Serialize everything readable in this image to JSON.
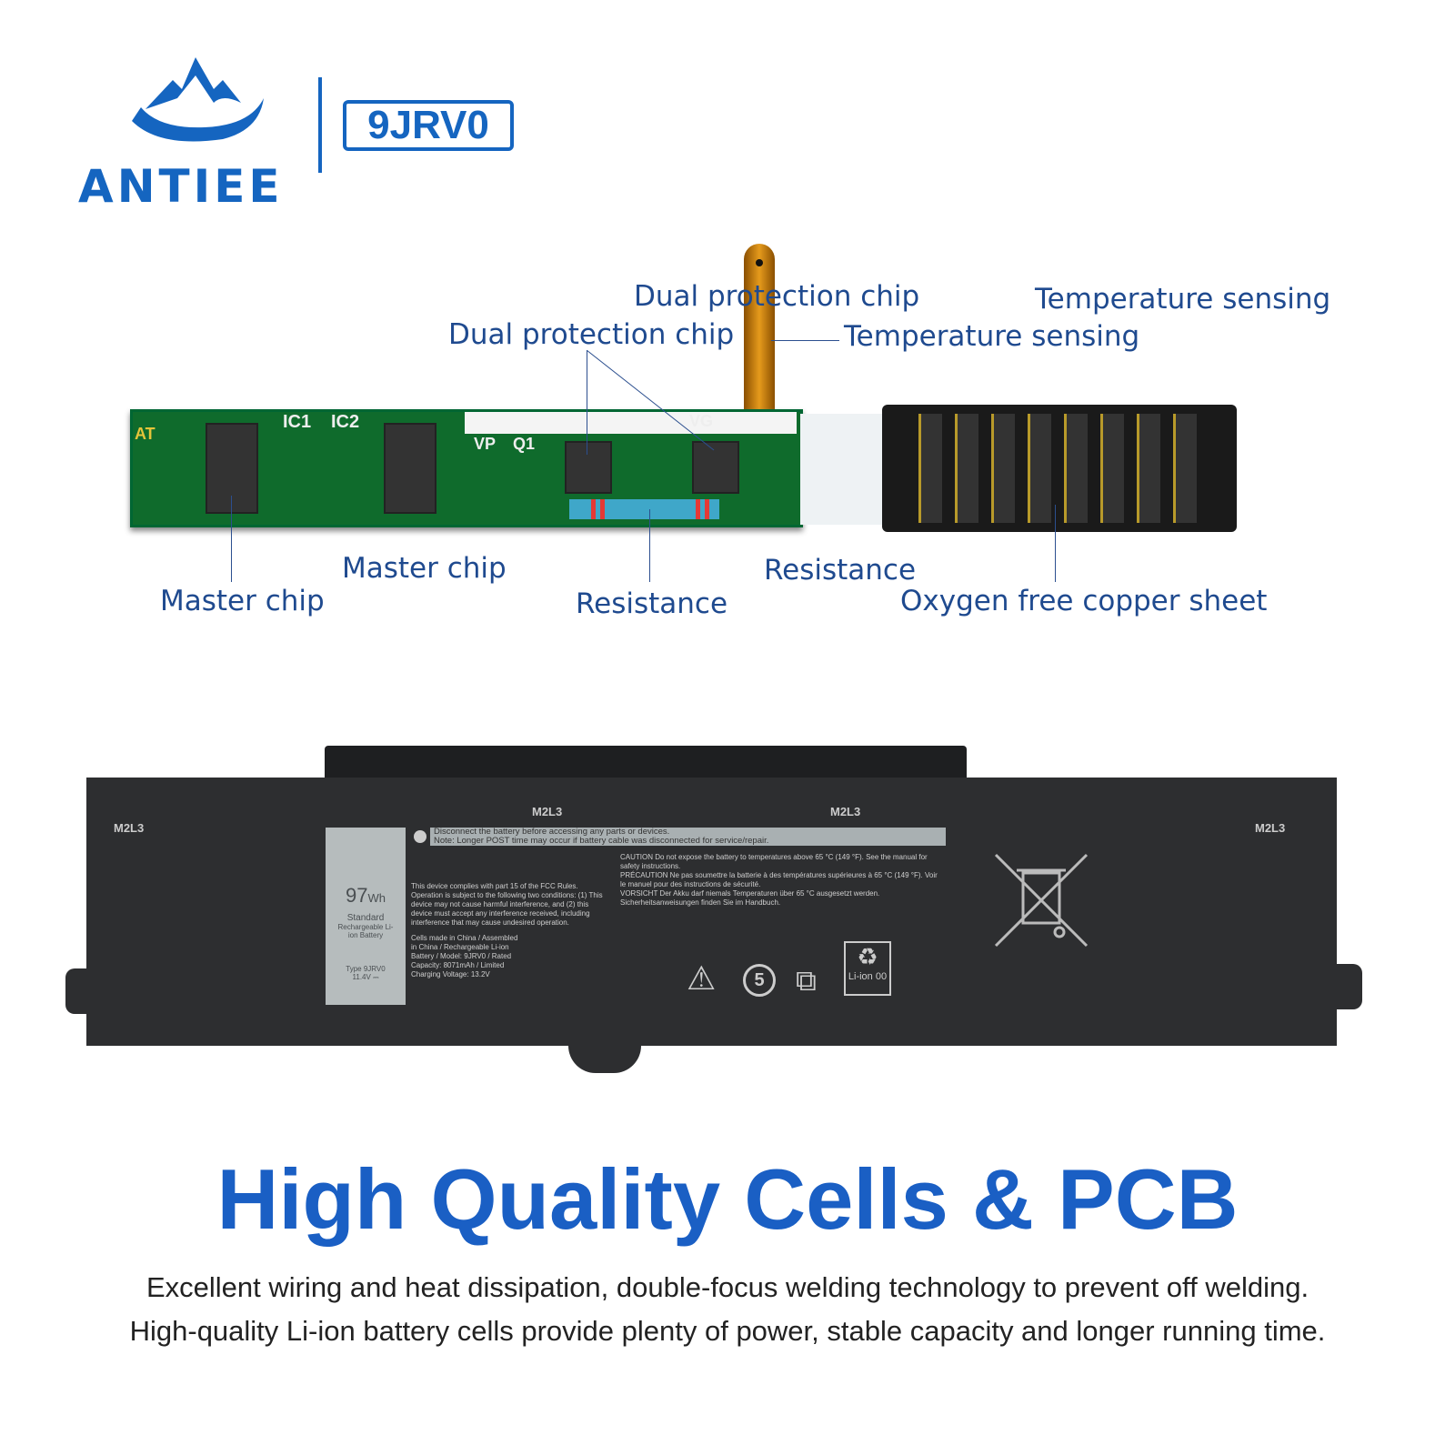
{
  "brand": {
    "name": "ANTIEE",
    "model": "9JRV0"
  },
  "labels": {
    "dual_protection_chip": "Dual protection chip",
    "temperature_sensing": "Temperature sensing",
    "master_chip": "Master chip",
    "resistance": "Resistance",
    "oxygen_free_copper": "Oxygen free copper sheet"
  },
  "pcb": {
    "ic1": "IC1",
    "ic2": "IC2",
    "vp": "VP",
    "q1": "Q1",
    "vg": "VG",
    "at": "AT"
  },
  "battery": {
    "screw": "M2L3",
    "capacity_value": "97",
    "capacity_unit": "Wh",
    "standard": "Standard",
    "rechargeable": "Rechargeable Li-ion Battery",
    "type": "Type 9JRV0",
    "voltage": "11.4V ⎓",
    "warning_line1": "Disconnect the battery before accessing any parts or devices.",
    "warning_line2": "Note: Longer POST time may occur if battery cable was disconnected for service/repair.",
    "fcc": "This device complies with part 15 of the FCC Rules. Operation is subject to the following two conditions: (1) This device may not cause harmful interference, and (2) this device must accept any interference received, including interference that may cause undesired operation.",
    "origin": "Cells made in China / Assembled in China / Rechargeable Li-ion Battery / Model: 9JRV0 / Rated Capacity: 8071mAh / Limited Charging Voltage: 13.2V",
    "caution": "CAUTION Do not expose the battery to temperatures above 65 °C (149 °F). See the manual for safety instructions.",
    "precaution": "PRÉCAUTION Ne pas soumettre la batterie à des températures supérieures à 65 °C (149 °F). Voir le manuel pour des instructions de sécurité.",
    "vorsicht": "VORSICHT Der Akku darf niemals Temperaturen über 65 °C ausgesetzt werden. Sicherheitsanweisungen finden Sie im Handbuch.",
    "recycle": "Li-ion 00"
  },
  "headline": "High Quality Cells & PCB",
  "description": [
    "Excellent wiring and heat dissipation, double-focus welding technology to prevent off welding.",
    "High-quality Li-ion battery cells provide plenty of power, stable capacity and longer running time."
  ]
}
